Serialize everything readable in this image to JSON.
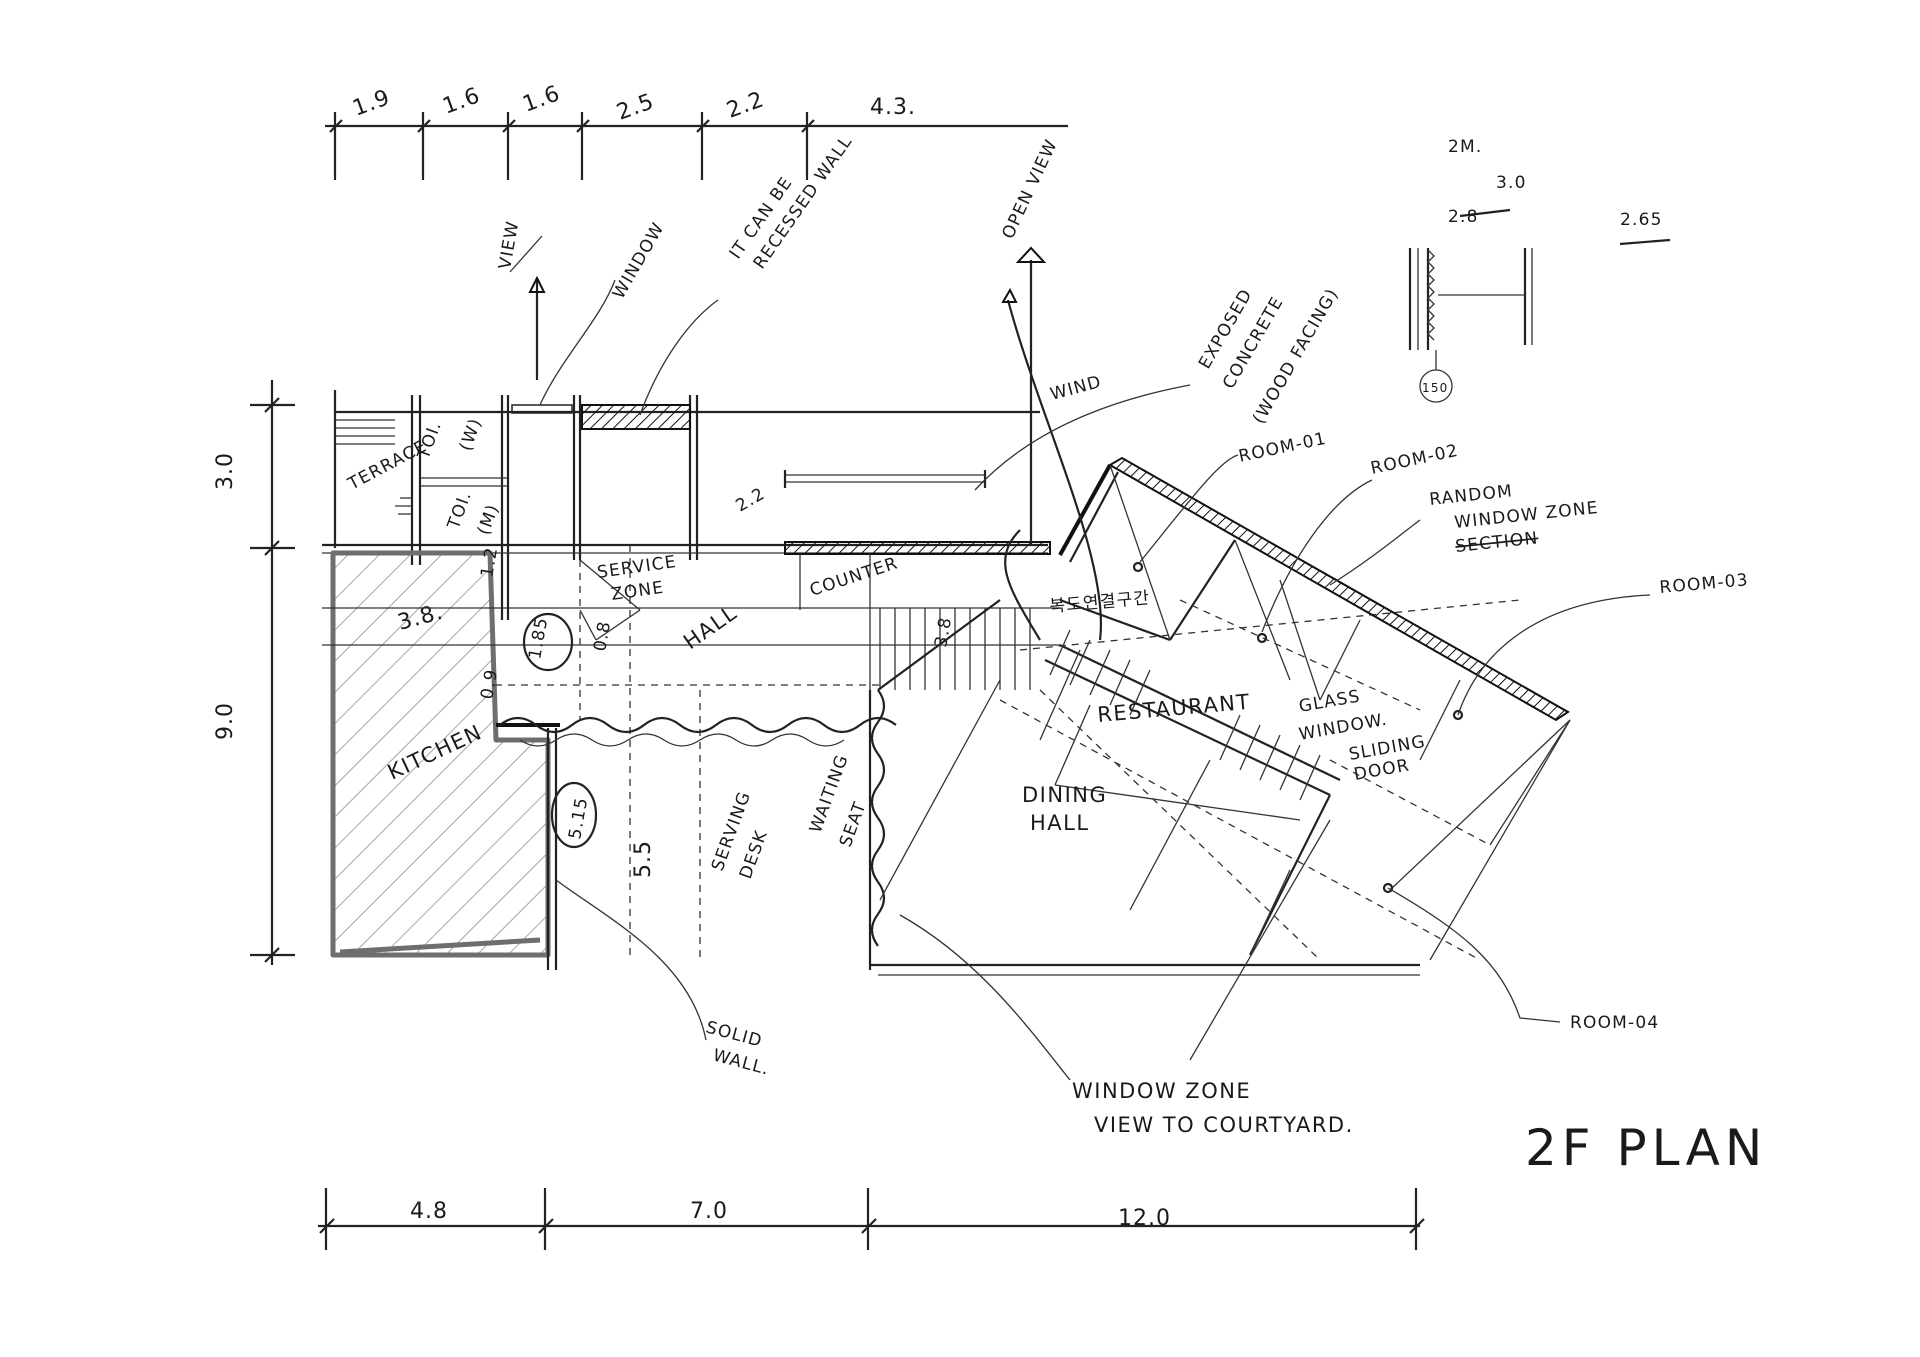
{
  "drawing": {
    "title": "2F PLAN",
    "top_dims": [
      "1.9",
      "1.6",
      "1.6",
      "2.5",
      "2.2",
      "4.3."
    ],
    "bottom_dims": [
      "4.8",
      "7.0",
      "12.0"
    ],
    "left_dims": [
      "3.0",
      "9.0"
    ],
    "inner_dims": {
      "d_38": "3.8.",
      "d_185": "1.85",
      "d_08": "0.8",
      "d_12": "1.2",
      "d_22": "2.2",
      "d_38b": "3.8",
      "d_09": "0.9",
      "d_515": "5.15",
      "d_55": "5.5"
    },
    "section_detail": {
      "top": "2M.",
      "a": "2.8",
      "b": "3.0",
      "right": "2.65",
      "circle": "150"
    },
    "labels": {
      "view": "VIEW",
      "window": "WINDOW",
      "recessed": [
        "IT CAN BE",
        "RECESSED WALL"
      ],
      "open_view": "OPEN VIEW",
      "wind": "WIND",
      "exposed": [
        "EXPOSED",
        "CONCRETE",
        "(WOOD FACING)"
      ],
      "room_01": "ROOM-01",
      "room_02": "ROOM-02",
      "random_window": [
        "RANDOM",
        "WINDOW ZONE"
      ],
      "section_struck": "SECTION",
      "room_03": "ROOM-03",
      "terrace": "TERRACE",
      "toi_w": [
        "TOI.",
        "(W)"
      ],
      "toi_m": [
        "TOI.",
        "(M)"
      ],
      "service_zone": [
        "SERVICE",
        "ZONE"
      ],
      "hall": "HALL",
      "counter": "COUNTER",
      "korean_note": "복도연결구간",
      "kitchen": "KITCHEN",
      "restaurant": "RESTAURANT",
      "glass_window": [
        "GLASS",
        "WINDOW."
      ],
      "sliding_door": [
        "SLIDING",
        "DOOR"
      ],
      "dining_hall": [
        "DINING",
        "HALL"
      ],
      "serving_desk": [
        "SERVING",
        "DESK"
      ],
      "waiting_seat": [
        "WAITING",
        "SEAT"
      ],
      "solid_wall": [
        "SOLID",
        "WALL."
      ],
      "window_zone": [
        "WINDOW ZONE",
        "VIEW TO COURTYARD."
      ],
      "room_04": "ROOM-04"
    }
  },
  "colors": {
    "ink": "#1a1a1a",
    "grey_wall": "#6e6e6e",
    "paper": "#ffffff"
  }
}
